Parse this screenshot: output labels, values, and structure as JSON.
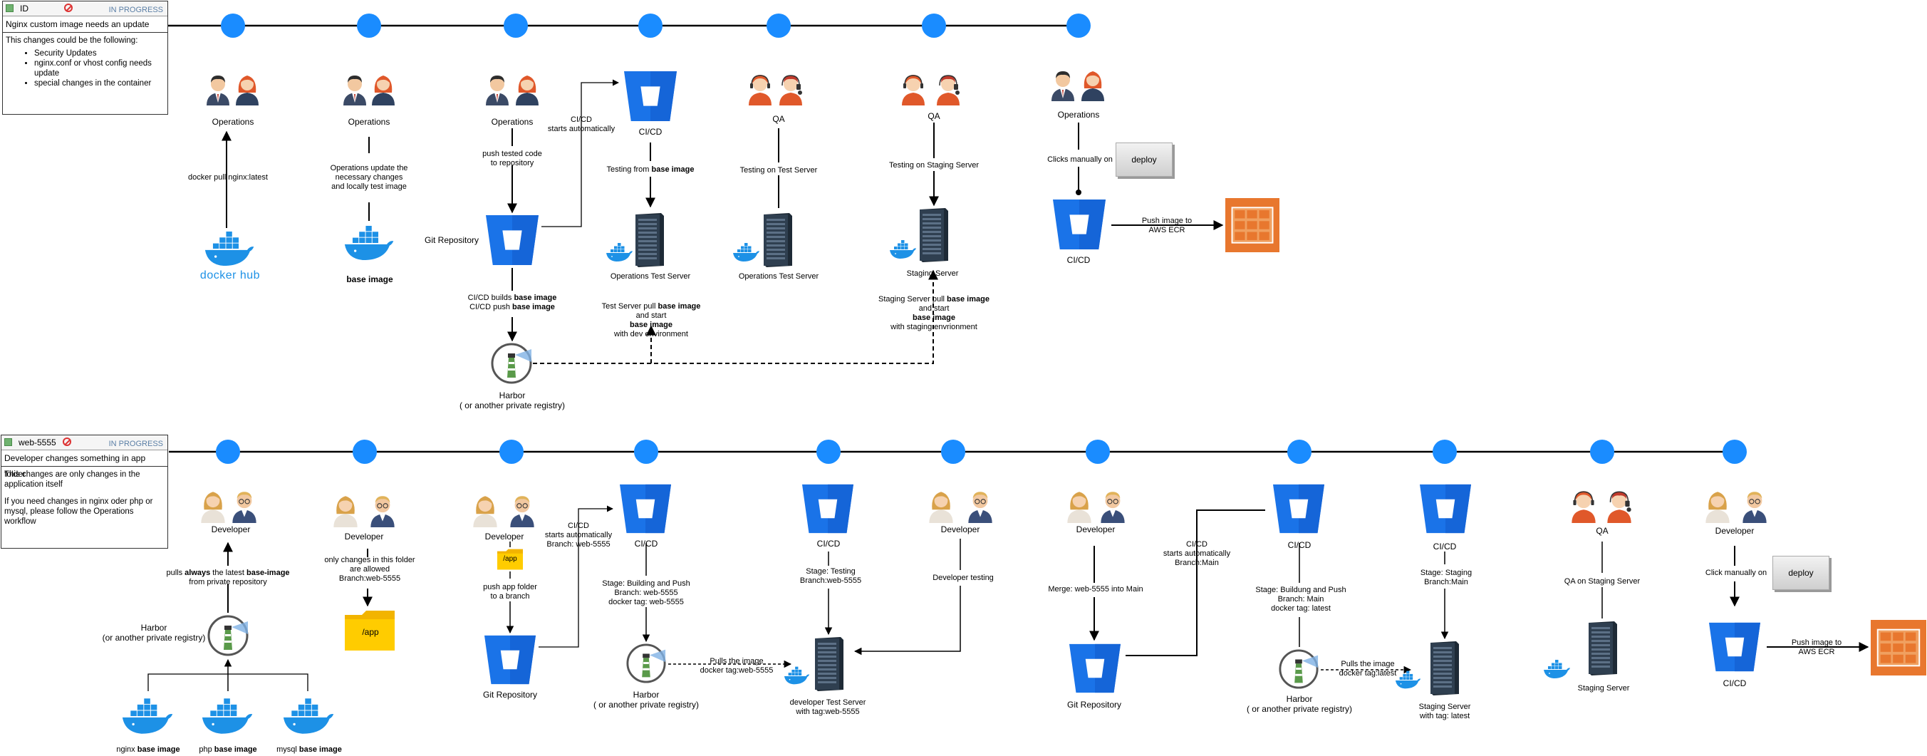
{
  "cards": [
    {
      "id": "ID",
      "status": "IN PROGRESS",
      "title": "Nginx custom image needs an update",
      "intro": "This changes could be the following:",
      "bullets": [
        "Security Updates",
        "nginx.conf or vhost config needs update",
        "special changes in the container"
      ]
    },
    {
      "id": "web-5555",
      "status": "IN PROGRESS",
      "title": "Developer changes something in app folder",
      "text1": "This changes are only changes in the application itself",
      "text2": "If you need changes in nginx oder php or mysql, please follow the Operations workflow"
    }
  ],
  "top": {
    "operations1": "Operations",
    "dockerpull": "docker pull nginx:latest",
    "dockerhub": "docker hub",
    "operations2": "Operations",
    "update_note": [
      "Operations update the",
      "necessary changes",
      "and locally test image"
    ],
    "base_image": "base image",
    "operations3": "Operations",
    "push_tested": [
      "push tested code",
      "to repository"
    ],
    "git_repo": "Git Repository",
    "cicd_auto": [
      "CI/CD",
      "starts automatically"
    ],
    "cicd1": "CI/CD",
    "builds": [
      "CI/CD builds ",
      "base image"
    ],
    "pushes": [
      "CI/CD push ",
      "base image"
    ],
    "testing_from": [
      "Testing from ",
      "base image"
    ],
    "ops_test_server": "Operations Test Server",
    "test_pull": [
      "Test Server pull ",
      "base image",
      "and start",
      "base image",
      "with dev environment"
    ],
    "qa1": "QA",
    "testing_test": "Testing on Test Server",
    "ops_test_server2": "Operations Test Server",
    "qa2": "QA",
    "testing_staging": "Testing on Staging Server",
    "staging_server": "Staging Server",
    "staging_pull": [
      "Staging Server pull ",
      "base image",
      "and start",
      "base image",
      "with staging envrionment"
    ],
    "operations4": "Operations",
    "clicks": "Clicks manually on",
    "deploy": "deploy",
    "cicd2": "CI/CD",
    "push_ecr": [
      "Push image to",
      "AWS ECR"
    ],
    "harbor": "Harbor",
    "harbor_sub": "( or another private registry)"
  },
  "bottom": {
    "developer1": "Developer",
    "pulls": [
      "pulls ",
      "always",
      " the latest ",
      "base-image",
      "from private repository"
    ],
    "harbor1": [
      "Harbor",
      "(or another private registry)"
    ],
    "nginx": [
      "nginx ",
      "base image"
    ],
    "php": [
      "php ",
      "base image"
    ],
    "mysql": [
      "mysql ",
      "base image"
    ],
    "developer2": "Developer",
    "folder_note": [
      "only changes in this folder",
      "are allowed",
      "Branch:web-5555"
    ],
    "app_folder": "/app",
    "developer3": "Developer",
    "app_small": "/app",
    "push_app": [
      "push app folder",
      "to a branch"
    ],
    "git_repo1": "Git Repository",
    "cicd_auto1": [
      "CI/CD",
      "starts automatically",
      "Branch: web-5555"
    ],
    "cicd_a": "CI/CD",
    "stage_build": [
      "Stage: Building and Push",
      "Branch: web-5555",
      "docker tag: web-5555"
    ],
    "harbor2": [
      "Harbor",
      "( or another private registry)"
    ],
    "pulls_image": [
      "Pulls the image",
      "docker tag:web-5555"
    ],
    "cicd_b": "CI/CD",
    "stage_testing": [
      "Stage: Testing",
      "Branch:web-5555"
    ],
    "dev_test_server": [
      "developer Test Server",
      "with tag:web-5555"
    ],
    "developer4": "Developer",
    "developer_testing": "Developer testing",
    "developer5": "Developer",
    "merge": "Merge: web-5555 into Main",
    "git_repo2": "Git Repository",
    "cicd_auto2": [
      "CI/CD",
      "starts automatically",
      "Branch:Main"
    ],
    "cicd_c": "CI/CD",
    "stage_build_main": [
      "Stage: Buildung and Push",
      "Branch: Main",
      "docker tag: latest"
    ],
    "harbor3": [
      "Harbor",
      "( or another private registry)"
    ],
    "pulls_latest": [
      "Pulls the image",
      "docker tag:latest"
    ],
    "cicd_d": "CI/CD",
    "stage_staging": [
      "Stage: Staging",
      "Branch:Main"
    ],
    "staging_server": [
      "Staging Server",
      "with tag: latest"
    ],
    "qa": "QA",
    "qa_staging": "QA on Staging Server",
    "staging_server2": "Staging Server",
    "developer6": "Developer",
    "click_manually": "Click manually on",
    "deploy": "deploy",
    "cicd_e": "CI/CD",
    "push_ecr": [
      "Push image to",
      "AWS ECR"
    ]
  },
  "colors": {
    "timeline_node": "#1a8cff",
    "bucket": "#1a73e8",
    "server": "#2b3a4a",
    "docker": "#1d91e6",
    "ecr": "#e8772e",
    "folder": "#ffcc00"
  }
}
